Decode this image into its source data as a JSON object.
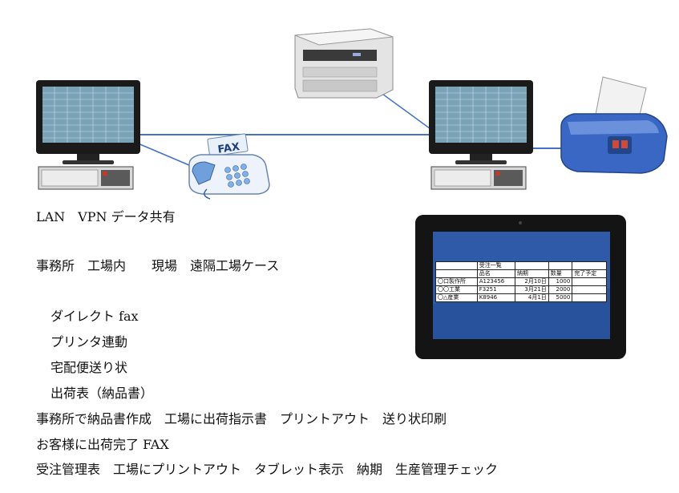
{
  "fax_label": "FAX",
  "lines": [
    "LAN　VPN データ共有",
    "事務所　工場内　　現場　遠隔工場ケース",
    "ダイレクト fax",
    "プリンタ連動",
    "宅配便送り状",
    "出荷表（納品書）",
    "事務所で納品書作成　工場に出荷指示書　プリントアウト　送り状印刷",
    "お客様に出荷完了 FAX",
    "受注管理表　工場にプリントアウト　タブレット表示　納期　生産管理チェック"
  ],
  "tablet_table": {
    "title": "受注一覧",
    "headers": [
      "",
      "品名",
      "納期",
      "数量",
      "完了予定"
    ],
    "rows": [
      [
        "〇口製作所",
        "A123456",
        "2月10日",
        "1000",
        ""
      ],
      [
        "〇〇工業",
        "F3251",
        "3月21日",
        "2000",
        ""
      ],
      [
        "〇△産業",
        "K8946",
        "4月1日",
        "5000",
        ""
      ]
    ]
  },
  "colors": {
    "link_line": "#4472c4",
    "monitor_screen": "#7aa3b8",
    "tablet_screen": "#2f5aa8",
    "dot_printer": "#3a66c4"
  }
}
